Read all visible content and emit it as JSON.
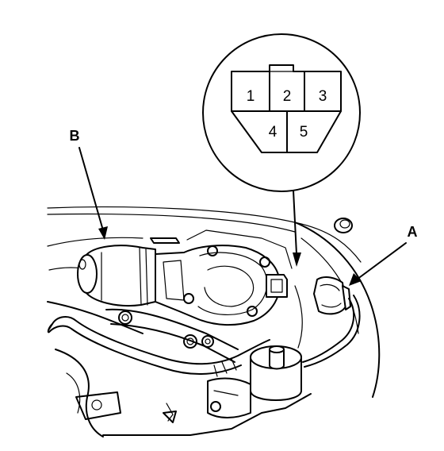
{
  "callouts": {
    "a": "A",
    "b": "B"
  },
  "connector_pins": [
    "1",
    "2",
    "3",
    "4",
    "5"
  ],
  "colors": {
    "ink": "#000000",
    "paper": "#ffffff"
  }
}
